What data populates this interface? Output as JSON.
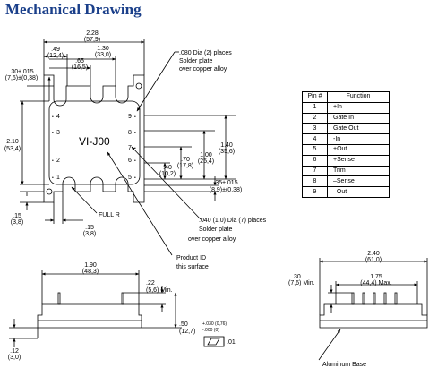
{
  "title": "Mechanical Drawing",
  "module_label": "VI-J00",
  "pins_left": [
    "4",
    "3",
    "2",
    "1"
  ],
  "pins_right": [
    "9",
    "8",
    "7",
    "6",
    "5"
  ],
  "pin_table": {
    "header": [
      "Pin #",
      "Function"
    ],
    "rows": [
      [
        "1",
        "+In"
      ],
      [
        "2",
        "Gate In"
      ],
      [
        "3",
        "Gate Out"
      ],
      [
        "4",
        "-In"
      ],
      [
        "5",
        "+Out"
      ],
      [
        "6",
        "+Sense"
      ],
      [
        "7",
        "Trim"
      ],
      [
        "8",
        "–Sense"
      ],
      [
        "9",
        "–Out"
      ]
    ]
  },
  "dims_top": {
    "width": "2.28",
    "width_mm": "(57,9)",
    "d049": ".49",
    "d049_mm": "(12,4)",
    "d065": ".65",
    "d065_mm": "(16,5)",
    "d130": "1.30",
    "d130_mm": "(33,0)",
    "d030": ".30±.015",
    "d030_mm": "(7,6)±(0,38)"
  },
  "dims_left": {
    "height": "2.10",
    "height_mm": "(53,4)"
  },
  "dims_right": {
    "d140": "1.40",
    "d140_mm": "(35,6)",
    "d100": "1.00",
    "d100_mm": "(25,4)",
    "d070": ".70",
    "d070_mm": "(17,8)",
    "d040": ".40",
    "d040_mm": "(10,2)",
    "d035": ".35±.015",
    "d035_mm": "(8,9)±(0,38)"
  },
  "dims_bottom": {
    "d015a": ".15",
    "d015a_mm": "(3,8)",
    "d015b": ".15",
    "d015b_mm": "(3,8)",
    "full_r": "FULL R"
  },
  "notes": {
    "holes_080": [
      ".080 Dia (2) places",
      "Solder plate",
      "over copper alloy"
    ],
    "holes_040": [
      ".040 (1,0) Dia (7) places",
      "Solder plate",
      "over copper alloy"
    ],
    "product_id": [
      "Product ID",
      "this surface"
    ]
  },
  "side_view": {
    "d190": "1.90",
    "d190_mm": "(48,3)",
    "d022": ".22",
    "d022_mm": "(5,6) Min.",
    "d050": ".50",
    "d050_mm": "(12,7)",
    "tol_plus": "+.030 (0,76)",
    "tol_minus": "-.000 (0)",
    "d012": ".12",
    "d012_mm": "(3,0)",
    "flatness": ".01"
  },
  "end_view": {
    "d240": "2.40",
    "d240_mm": "(61,0)",
    "d175": "1.75",
    "d175_mm": "(44,4) Max.",
    "d030": ".30",
    "d030_mm": "(7,6) Min.",
    "base_label": "Aluminum Base"
  }
}
